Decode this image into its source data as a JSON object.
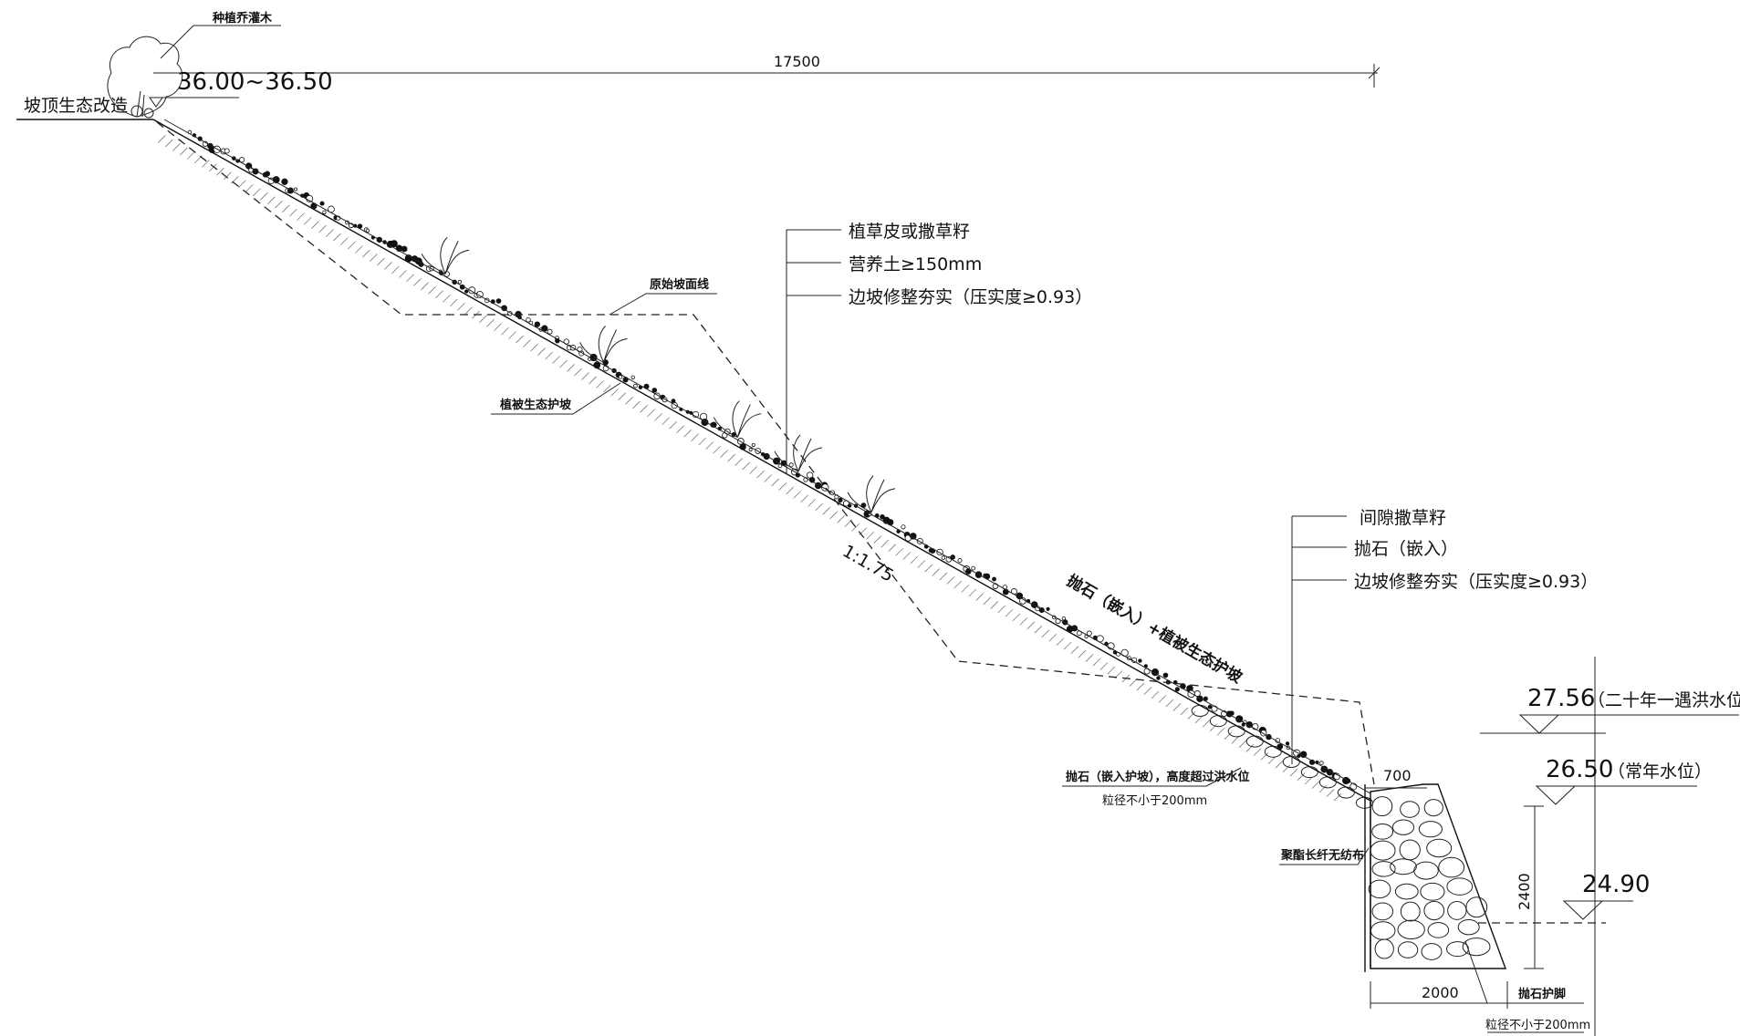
{
  "labels": {
    "planting": "种植乔灌木",
    "top_elev": "36.00~36.50",
    "top_road": "坡顶生态改造",
    "top_dim": "17500",
    "layers_top": [
      "植草皮或撒草籽",
      "营养土≥150mm",
      "边坡修整夯实（压实度≥0.93）"
    ],
    "original_line": "原始坡面线",
    "veg_slope": "植被生态护坡",
    "slope_ratio": "1:1.75",
    "mid_label": "抛石（嵌入）+植被生态护坡",
    "layers_bottom": [
      "间隙撒草籽",
      "抛石（嵌入）",
      "边坡修整夯实（压实度≥0.93）"
    ],
    "flood_elev": "27.56",
    "flood_name": "（二十年一遇洪水位）",
    "normal_elev": "26.50",
    "normal_name": "（常年水位）",
    "base_elev": "24.90",
    "dim_700": "700",
    "dim_2400": "2400",
    "dim_2000": "2000",
    "riprap_note1": "抛石（嵌入护坡），高度超过洪水位",
    "riprap_note2": "粒径不小于200mm",
    "geotextile": "聚酯长纤无纺布",
    "toe_label": "抛石护脚",
    "toe_size": "粒径不小于200mm"
  }
}
